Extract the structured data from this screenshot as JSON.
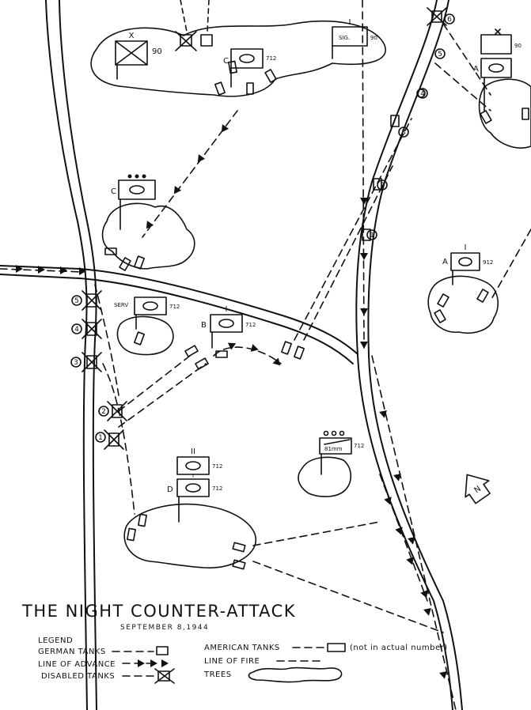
{
  "title": "THE NIGHT COUNTER-ATTACK",
  "subtitle": "SEPTEMBER 8,1944",
  "legend": {
    "heading": "LEGEND",
    "german_tanks": "GERMAN TANKS",
    "line_of_advance": "LINE OF ADVANCE",
    "disabled_tanks": "DISABLED TANKS",
    "american_tanks": "AMERICAN TANKS",
    "american_note": "(not in actual number)",
    "line_of_fire": "LINE OF FIRE",
    "trees": "TREES"
  },
  "north_label": "N",
  "units": {
    "div90": {
      "number": "90"
    },
    "c712_top": {
      "letter": "C",
      "number": "712"
    },
    "sig90": {
      "marker": "I",
      "label": "SIG.",
      "number": "90"
    },
    "co90_right": {
      "number": "90",
      "letter": "A"
    },
    "c_left": {
      "letter": "C"
    },
    "a912": {
      "marker": "I",
      "letter": "A",
      "number": "912"
    },
    "serv712": {
      "label": "SERV",
      "number": "712"
    },
    "b712": {
      "marker": "I",
      "letter": "B",
      "number": "712"
    },
    "mortar81": {
      "label": "81mm",
      "number": "712"
    },
    "bn712": {
      "marker": "II",
      "number": "712"
    },
    "d712": {
      "marker": "I",
      "letter": "D",
      "number": "712"
    }
  },
  "sequence": {
    "left": [
      "5",
      "4",
      "3",
      "2",
      "1"
    ],
    "right": [
      "6",
      "5",
      "4",
      "3",
      "2",
      "1"
    ]
  }
}
